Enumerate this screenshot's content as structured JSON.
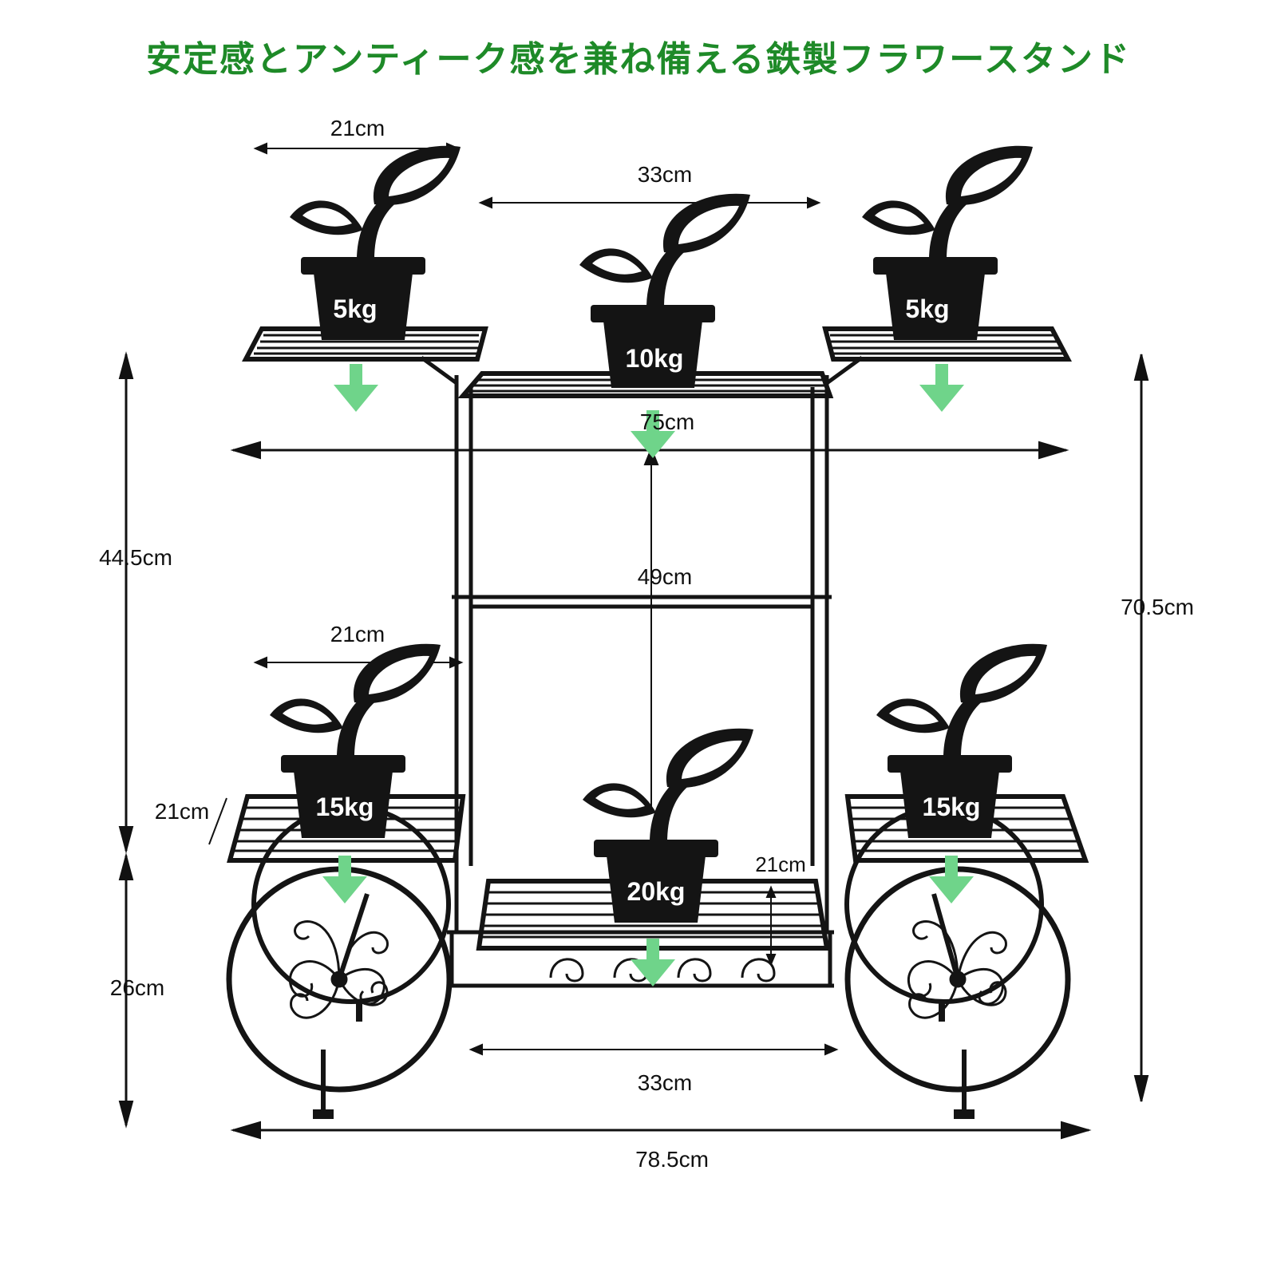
{
  "headline": "安定感とアンティーク感を兼ね備える鉄製フラワースタンド",
  "colors": {
    "headline": "#1e8a28",
    "load_arrow": "#6fd48a",
    "metal": "#141414"
  },
  "dimensions": {
    "top_side_shelf_width": "21cm",
    "top_gap": "33cm",
    "total_upper_width": "75cm",
    "upper_height": "44.5cm",
    "inner_height": "49cm",
    "total_height": "70.5cm",
    "bottom_side_shelf_width": "21cm",
    "bottom_side_shelf_depth": "21cm",
    "lower_height": "26cm",
    "bottom_shelf_depth": "21cm",
    "bottom_inner_width": "33cm",
    "total_width": "78.5cm"
  },
  "loads": {
    "top_left": "5kg",
    "top_center": "10kg",
    "top_right": "5kg",
    "bottom_left": "15kg",
    "bottom_center": "20kg",
    "bottom_right": "15kg"
  }
}
